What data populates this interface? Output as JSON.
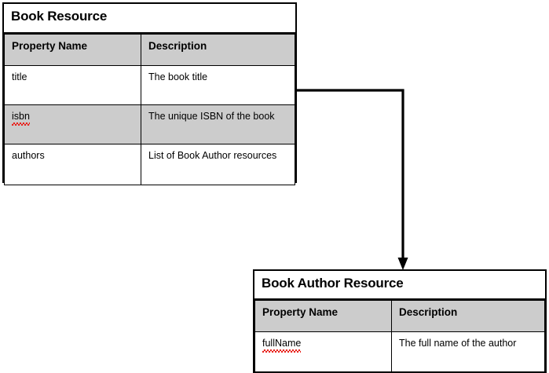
{
  "diagram": {
    "type": "entity-relationship-boxes",
    "background_color": "#ffffff",
    "line_color": "#000000",
    "header_fill": "#cccccc",
    "spellcheck_underline_color": "#e8201a",
    "boxes": [
      {
        "id": "book-resource",
        "title": "Book Resource",
        "columns": [
          "Property Name",
          "Description"
        ],
        "rows": [
          {
            "name": "title",
            "description": "The book title",
            "shaded": false,
            "misspelled": false
          },
          {
            "name": "isbn",
            "description": "The unique ISBN of the book",
            "shaded": true,
            "misspelled": true
          },
          {
            "name": "authors",
            "description": "List of Book Author resources",
            "shaded": false,
            "misspelled": false
          }
        ]
      },
      {
        "id": "book-author-resource",
        "title": "Book Author Resource",
        "columns": [
          "Property Name",
          "Description"
        ],
        "rows": [
          {
            "name": "fullName",
            "description": "The full name of the author",
            "shaded": false,
            "misspelled": true
          }
        ]
      }
    ],
    "connectors": [
      {
        "from": "book-resource",
        "to": "book-author-resource",
        "style": "orthogonal-arrow",
        "arrowhead": "filled-triangle"
      }
    ]
  }
}
